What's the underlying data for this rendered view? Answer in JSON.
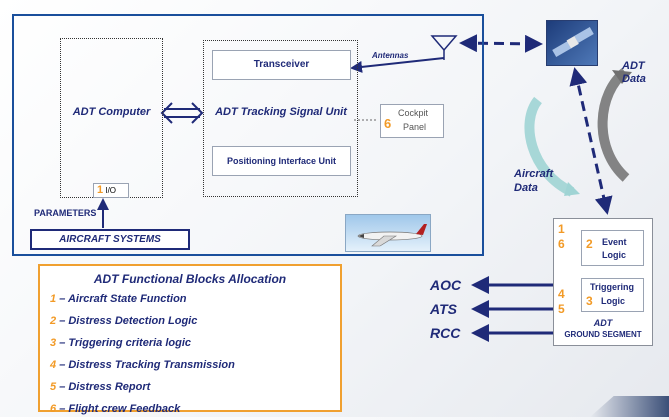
{
  "aircraft": {
    "adt_computer": "ADT Computer",
    "io_num": "1",
    "io_label": "I/O",
    "tracking_unit": "ADT Tracking Signal Unit",
    "transceiver": "Transceiver",
    "positioning": "Positioning Interface Unit",
    "antennas": "Antennas",
    "cockpit_num": "6",
    "cockpit_line1": "Cockpit",
    "cockpit_line2": "Panel",
    "parameters": "PARAMETERS",
    "aircraft_systems": "AIRCRAFT SYSTEMS"
  },
  "flows": {
    "adt_data_1": "ADT",
    "adt_data_2": "Data",
    "aircraft_data_1": "Aircraft",
    "aircraft_data_2": "Data"
  },
  "ground": {
    "num_1": "1",
    "num_6": "6",
    "event_num": "2",
    "event_1": "Event",
    "event_2": "Logic",
    "num_4": "4",
    "num_5": "5",
    "trig_num": "3",
    "trig_1": "Triggering",
    "trig_2": "Logic",
    "title_1": "ADT",
    "title_2": "GROUND SEGMENT"
  },
  "destinations": [
    "AOC",
    "ATS",
    "RCC"
  ],
  "functional_blocks": {
    "title": "ADT Functional Blocks Allocation",
    "items": [
      {
        "num": "1",
        "text": "– Aircraft State Function"
      },
      {
        "num": "2",
        "text": "– Distress Detection Logic"
      },
      {
        "num": "3",
        "text": "– Triggering criteria logic"
      },
      {
        "num": "4",
        "text": "– Distress Tracking Transmission"
      },
      {
        "num": "5",
        "text": "– Distress Report"
      },
      {
        "num": "6",
        "text": "– Flight crew Feedback"
      }
    ]
  },
  "colors": {
    "navy": "#1f2a78",
    "orange": "#f29a26",
    "aircraft_frame": "#1a4f9c"
  }
}
